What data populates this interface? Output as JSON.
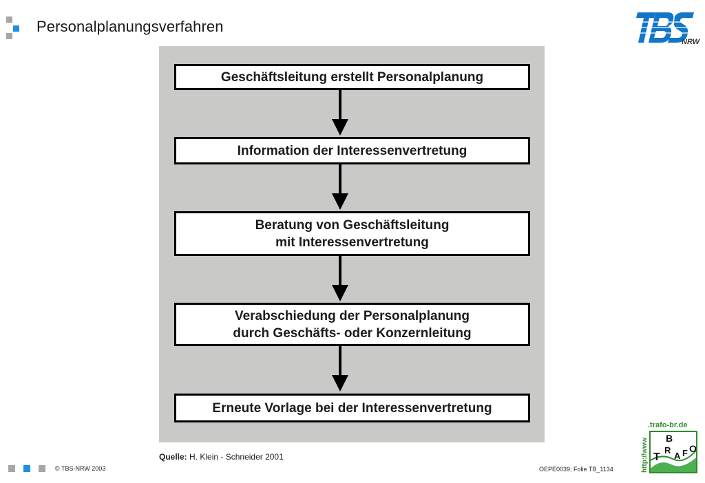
{
  "header": {
    "title": "Personalplanungsverfahren",
    "logo_text": "TBS",
    "logo_sub": "NRW"
  },
  "flowchart": {
    "steps": [
      {
        "text": "Geschäftsleitung erstellt Personalplanung"
      },
      {
        "text": "Information der Interessenvertretung"
      },
      {
        "text": "Beratung von Geschäftsleitung\nmit Interessenvertretung"
      },
      {
        "text": "Verabschiedung der Personalplanung\ndurch Geschäfts- oder Konzernleitung"
      },
      {
        "text": "Erneute Vorlage bei der Interessenvertretung"
      }
    ]
  },
  "source": {
    "label": "Quelle:",
    "text": "H. Klein - Schneider 2001"
  },
  "footer": {
    "copyright": "© TBS-NRW 2003",
    "slide_id": "OEPE0039; Folie TB_1134",
    "trafo_url_vertical": "http://www",
    "trafo_url_domain": ".trafo-br.de",
    "trafo_letters": [
      "B",
      "T",
      "R",
      "A",
      "F",
      "O"
    ]
  },
  "colors": {
    "accent_blue": "#1e8fe0",
    "bullet_gray": "#a6a6a6",
    "panel_gray": "#c9c9c7",
    "tbs_blue": "#1277c9",
    "trafo_green": "#2e8b2e"
  }
}
